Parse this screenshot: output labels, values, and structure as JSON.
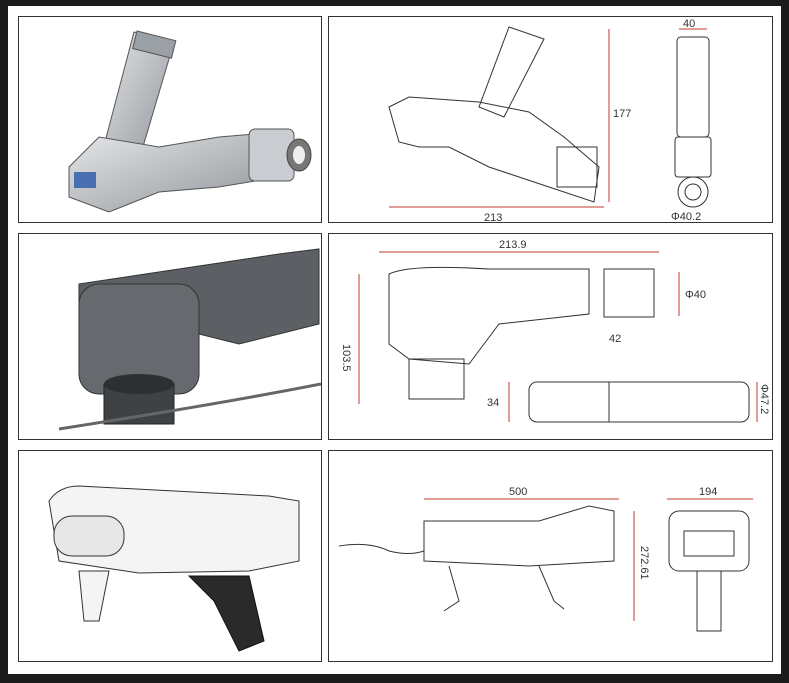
{
  "panels": {
    "top_right": {
      "width": "213",
      "height": "177",
      "side_width": "40",
      "side_diameter": "Φ40.2"
    },
    "middle_right": {
      "length": "213.9",
      "height": "103.5",
      "diameter": "Φ40",
      "step": "42",
      "bottom_height": "34",
      "bottom_diameter": "Φ47.2"
    },
    "bottom_right": {
      "length": "500",
      "height": "272.61",
      "width": "194"
    }
  },
  "colors": {
    "dimension_line": "#c0392b",
    "outline": "#333333",
    "metal": "#b9bcc0",
    "dark_metal": "#56595d",
    "grip": "#2a2a2a"
  }
}
